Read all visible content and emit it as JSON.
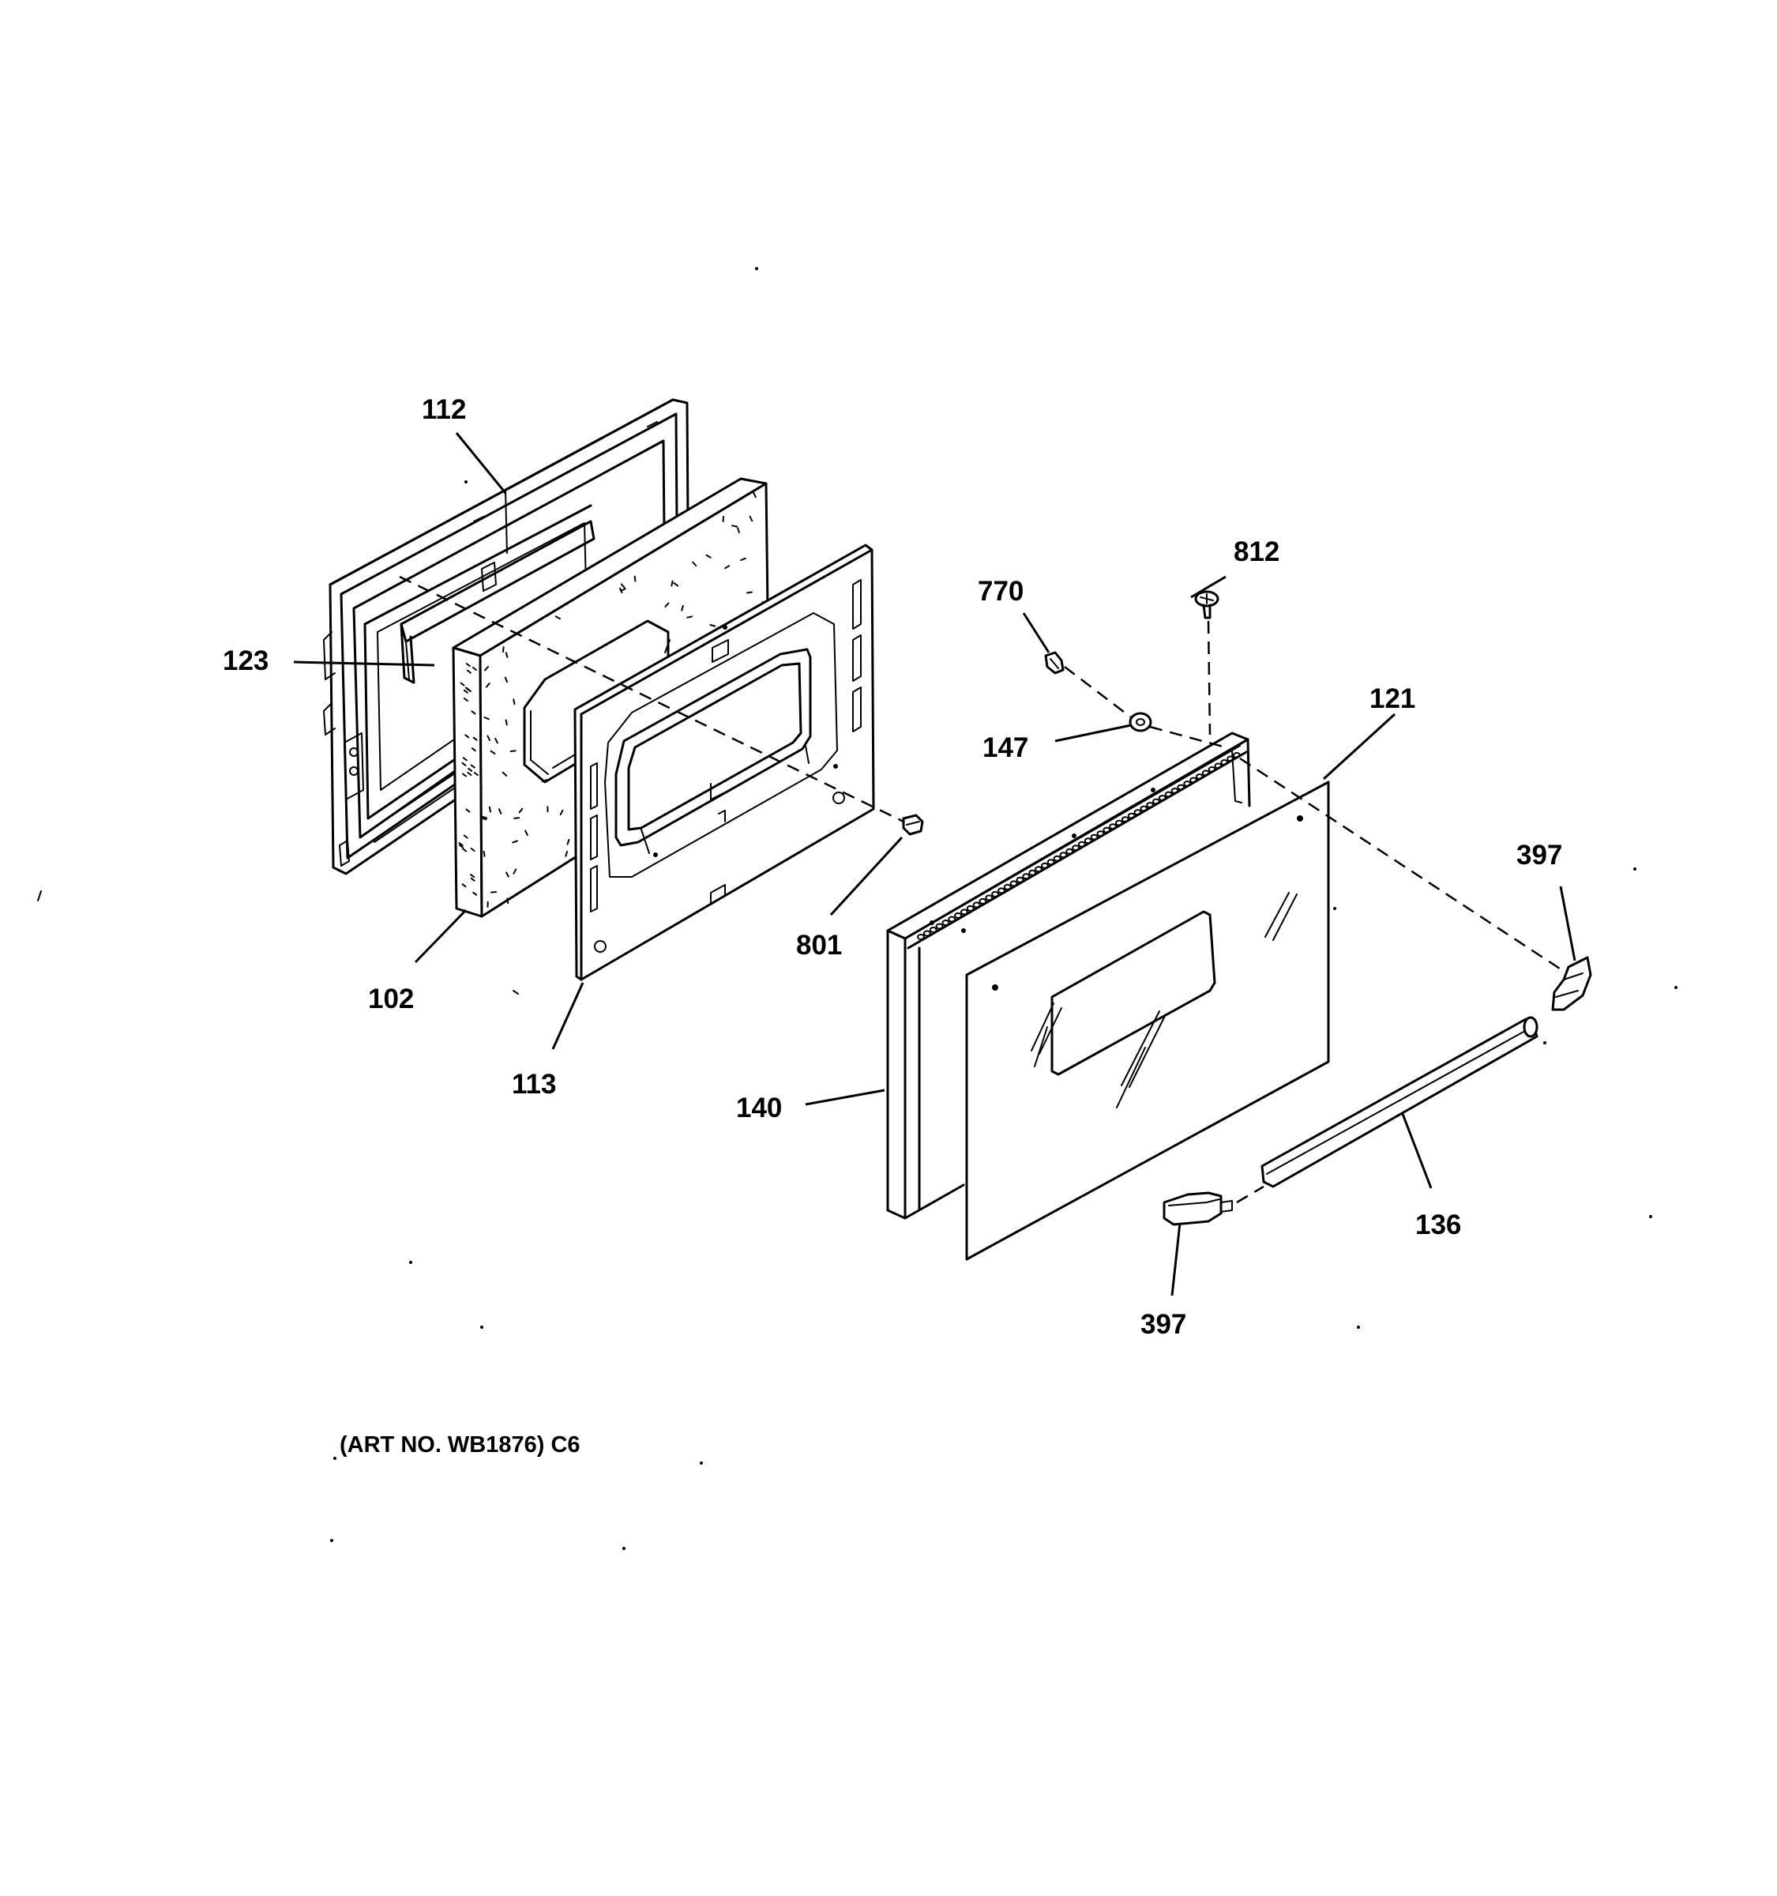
{
  "diagram": {
    "parts": [
      {
        "id": "liner",
        "label": "112"
      },
      {
        "id": "insulation",
        "label": "102"
      },
      {
        "id": "inner-door",
        "label": "113"
      },
      {
        "id": "gasket",
        "label": "123"
      },
      {
        "id": "screw-inner",
        "label": "801"
      },
      {
        "id": "screw-top",
        "label": "812"
      },
      {
        "id": "clip",
        "label": "770"
      },
      {
        "id": "washer",
        "label": "147"
      },
      {
        "id": "glass-panel",
        "label": "121"
      },
      {
        "id": "outer-frame",
        "label": "140"
      },
      {
        "id": "handle-bar",
        "label": "136"
      },
      {
        "id": "end-cap-right",
        "label": "397"
      },
      {
        "id": "end-cap-left",
        "label": "397"
      }
    ],
    "art_number": "(ART NO. WB1876) C6"
  }
}
